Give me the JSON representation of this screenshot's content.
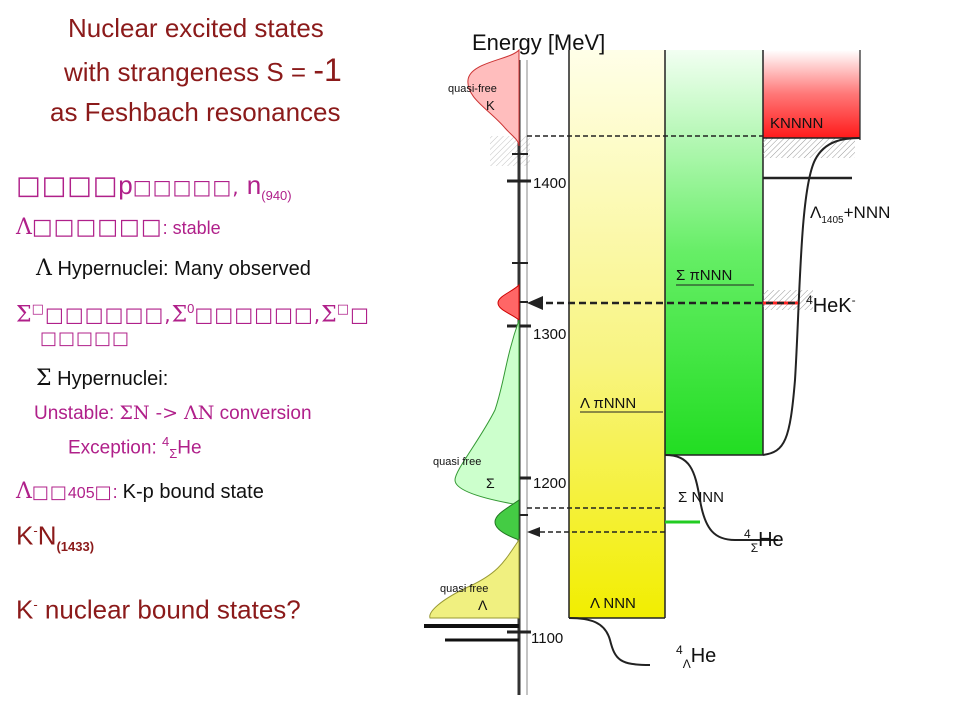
{
  "title": {
    "line1": "Nuclear excited states",
    "line2": "with strangeness S = ",
    "line2_value": "-1",
    "line3": "as Feshbach resonances"
  },
  "list": {
    "pn": {
      "boxes_a": "□□□□",
      "p": "p",
      "boxes_b": "□□□□□,",
      "n": " n",
      "n_mass": "(940)"
    },
    "lambda_line": {
      "sym": "Λ",
      "boxes": "□□□□□□",
      "colon_stable": ": stable"
    },
    "lambda_hyper": {
      "sym": "Λ",
      "text": " Hypernuclei: Many observed"
    },
    "sigma_line": {
      "a": "Σ",
      "a_sup": "□",
      "a_boxes": "□□□□□□,",
      "b": "Σ",
      "b_sup": "0",
      "b_boxes": "□□□□□□,",
      "c": "Σ",
      "c_sup": "□",
      "c_tail": "□"
    },
    "sigma_line2": "□□□□□",
    "sigma_hyper": {
      "sym": "Σ",
      "text": " Hypernuclei:"
    },
    "unstable": {
      "label": "Unstable: ",
      "conv": "ΣN  ->  ΛN",
      "tail": " conversion"
    },
    "exception": {
      "label": "Exception: ",
      "mass_number": "4",
      "sub": "Σ",
      "el": "He"
    },
    "lambda1405": {
      "sym": "Λ",
      "boxes": "□□",
      "num": "405",
      "box2": "□",
      "colon": ": ",
      "text": "K-p bound state"
    },
    "kn": {
      "k": "K",
      "sup": "-",
      "n": "N",
      "mass": "(1433)"
    },
    "question": {
      "k": "K",
      "sup": "-",
      "text": " nuclear bound states?"
    }
  },
  "diagram": {
    "energy_axis_label": "Energy [MeV]",
    "ticks": [
      {
        "label": "1400"
      },
      {
        "label": "1300"
      },
      {
        "label": "1200"
      },
      {
        "label": "1100"
      }
    ],
    "quasi_free_k": {
      "line1": "quasi-free",
      "line2": "K"
    },
    "quasi_free_sigma": {
      "line1": "quasi free",
      "line2": "Σ"
    },
    "quasi_free_lambda": {
      "line1": "quasi free",
      "line2": "Λ"
    },
    "knnnn": "KNNNN",
    "sigma_pi_nnn": "Σ πNNN",
    "lambda_pi_nnn": "Λ πNNN",
    "sigma_nnn": "Σ NNN",
    "lambda_nnn": "Λ NNN",
    "lambda1405_nnn": {
      "sym": "Λ",
      "sub": "1405",
      "tail": "+NNN"
    },
    "he4k": {
      "sup": "4",
      "text": "HeK",
      "sup2": "-"
    },
    "he4sigma": {
      "sup": "4",
      "sub": "Σ",
      "text": "He"
    },
    "he4lambda": {
      "sup": "4",
      "sub": "Λ",
      "text": "He"
    }
  },
  "colors": {
    "title": "#8b1a1a",
    "accent": "#b0208a",
    "green": "#22cc22",
    "yellow": "#f5f000",
    "red": "#ff1a1a"
  }
}
